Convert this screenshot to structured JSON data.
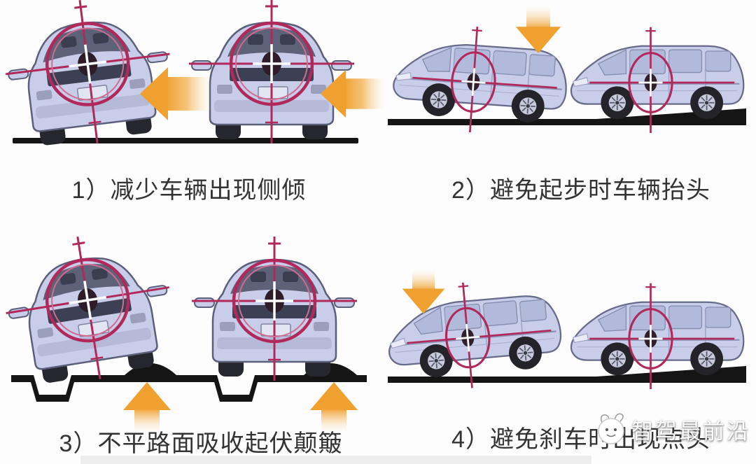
{
  "panels": [
    {
      "number": "1",
      "caption": "1）减少车辆出现侧倾",
      "scene": "two rear-view cars on flat road, orange side-force arrows pushing left, left car rolling, right car level"
    },
    {
      "number": "2",
      "caption": "2）避免起步时车辆抬头",
      "scene": "two side-view vans facing left, orange down arrow over rear of first van, first van nose-up, second van level before a ramp wedge"
    },
    {
      "number": "3",
      "caption": "3）不平路面吸收起伏颠簸",
      "scene": "two rear-view cars on bumpy road with dips and humps, orange up arrows under humps, left car tilted, right car level"
    },
    {
      "number": "4",
      "caption": "4）避免刹车时出现点头",
      "scene": "two side-view vans facing left, orange down arrow over nose of first van, first van nose-down, second van level before a ramp wedge"
    }
  ],
  "watermark": {
    "text": "智驾最前沿",
    "logo": "mascot-face-icon"
  },
  "icons": {
    "crosshair": "center-of-gravity-crosshair-icon",
    "left_arrow": "left-arrow-icon",
    "down_arrow": "down-arrow-icon",
    "up_arrow": "up-arrow-icon"
  },
  "colors": {
    "background": "#fdfdfd",
    "car_body": "#c8cdea",
    "rear_window": "#5d6278",
    "van_window": "#b2badc",
    "crosshair": "#b0295a",
    "crosshair_center": "#2e1c29",
    "arrow_orange": "#f0a233",
    "road_black": "#151515",
    "caption_text": "#333333",
    "watermark_text": "#ffffff"
  }
}
